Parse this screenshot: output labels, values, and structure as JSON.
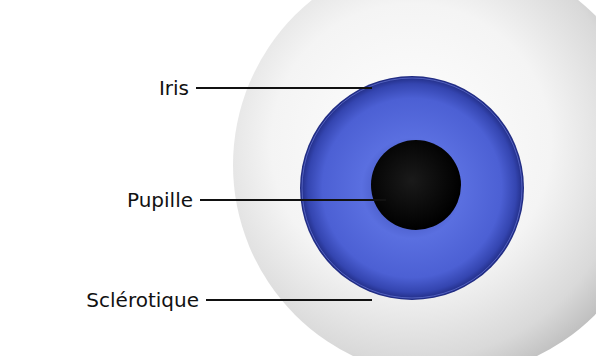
{
  "diagram": {
    "labels": [
      "Iris",
      "Pupille",
      "Sclérotique"
    ]
  }
}
